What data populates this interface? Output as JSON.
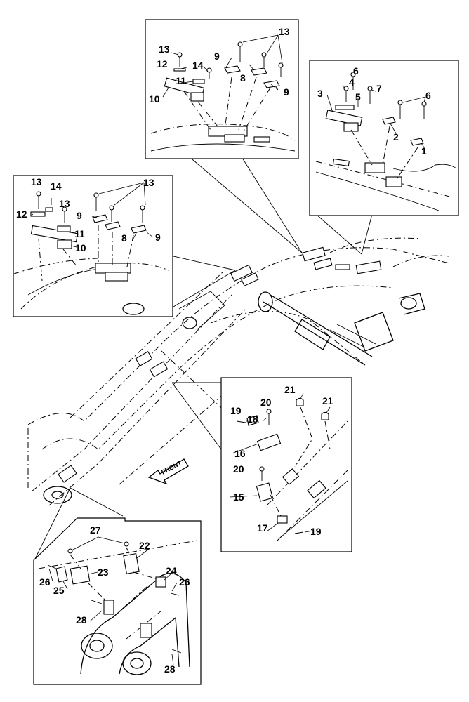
{
  "front_label": "FRONT",
  "callouts": {
    "n1": "1",
    "n2": "2",
    "n3": "3",
    "n4": "4",
    "n5": "5",
    "n6": "6",
    "n7": "7",
    "n8": "8",
    "n9": "9",
    "n10": "10",
    "n11": "11",
    "n12": "12",
    "n13": "13",
    "n14": "14",
    "n15": "15",
    "n16": "16",
    "n17": "17",
    "n18": "18",
    "n19": "19",
    "n20": "20",
    "n21": "21",
    "n22": "22",
    "n23": "23",
    "n24": "24",
    "n25": "25",
    "n26": "26",
    "n27": "27",
    "n28": "28"
  }
}
